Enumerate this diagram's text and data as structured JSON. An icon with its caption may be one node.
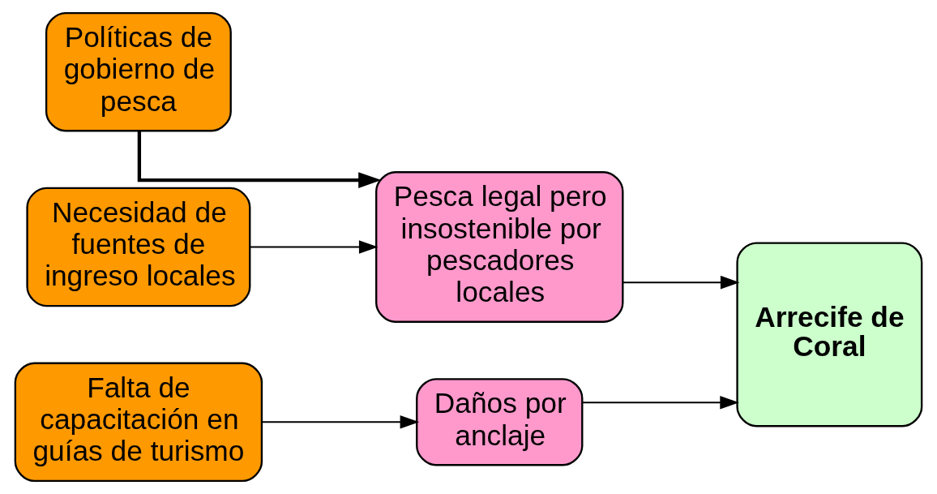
{
  "diagram": {
    "nodes": [
      {
        "text": [
          "Políticas de gobierno de pesca"
        ]
      },
      {
        "text": [
          "Necesidad de fuentes de ingreso locales"
        ]
      },
      {
        "text": [
          "Falta de capacitación en guías de turismo"
        ]
      },
      {
        "text": [
          "Pesca legal pero insostenible por pescadores locales"
        ]
      },
      {
        "text": [
          "Daños por anclaje"
        ]
      },
      {
        "text": [
          "Arrecife de Coral"
        ]
      }
    ],
    "edges": [
      {
        "from": 0,
        "to": 3,
        "arrow": "to",
        "style": "thick"
      },
      {
        "from": 1,
        "to": 3,
        "arrow": "to"
      },
      {
        "from": 2,
        "to": 4,
        "arrow": "to"
      },
      {
        "from": 3,
        "to": 5,
        "arrow": "to"
      },
      {
        "from": 4,
        "to": 5,
        "arrow": "to"
      }
    ]
  }
}
